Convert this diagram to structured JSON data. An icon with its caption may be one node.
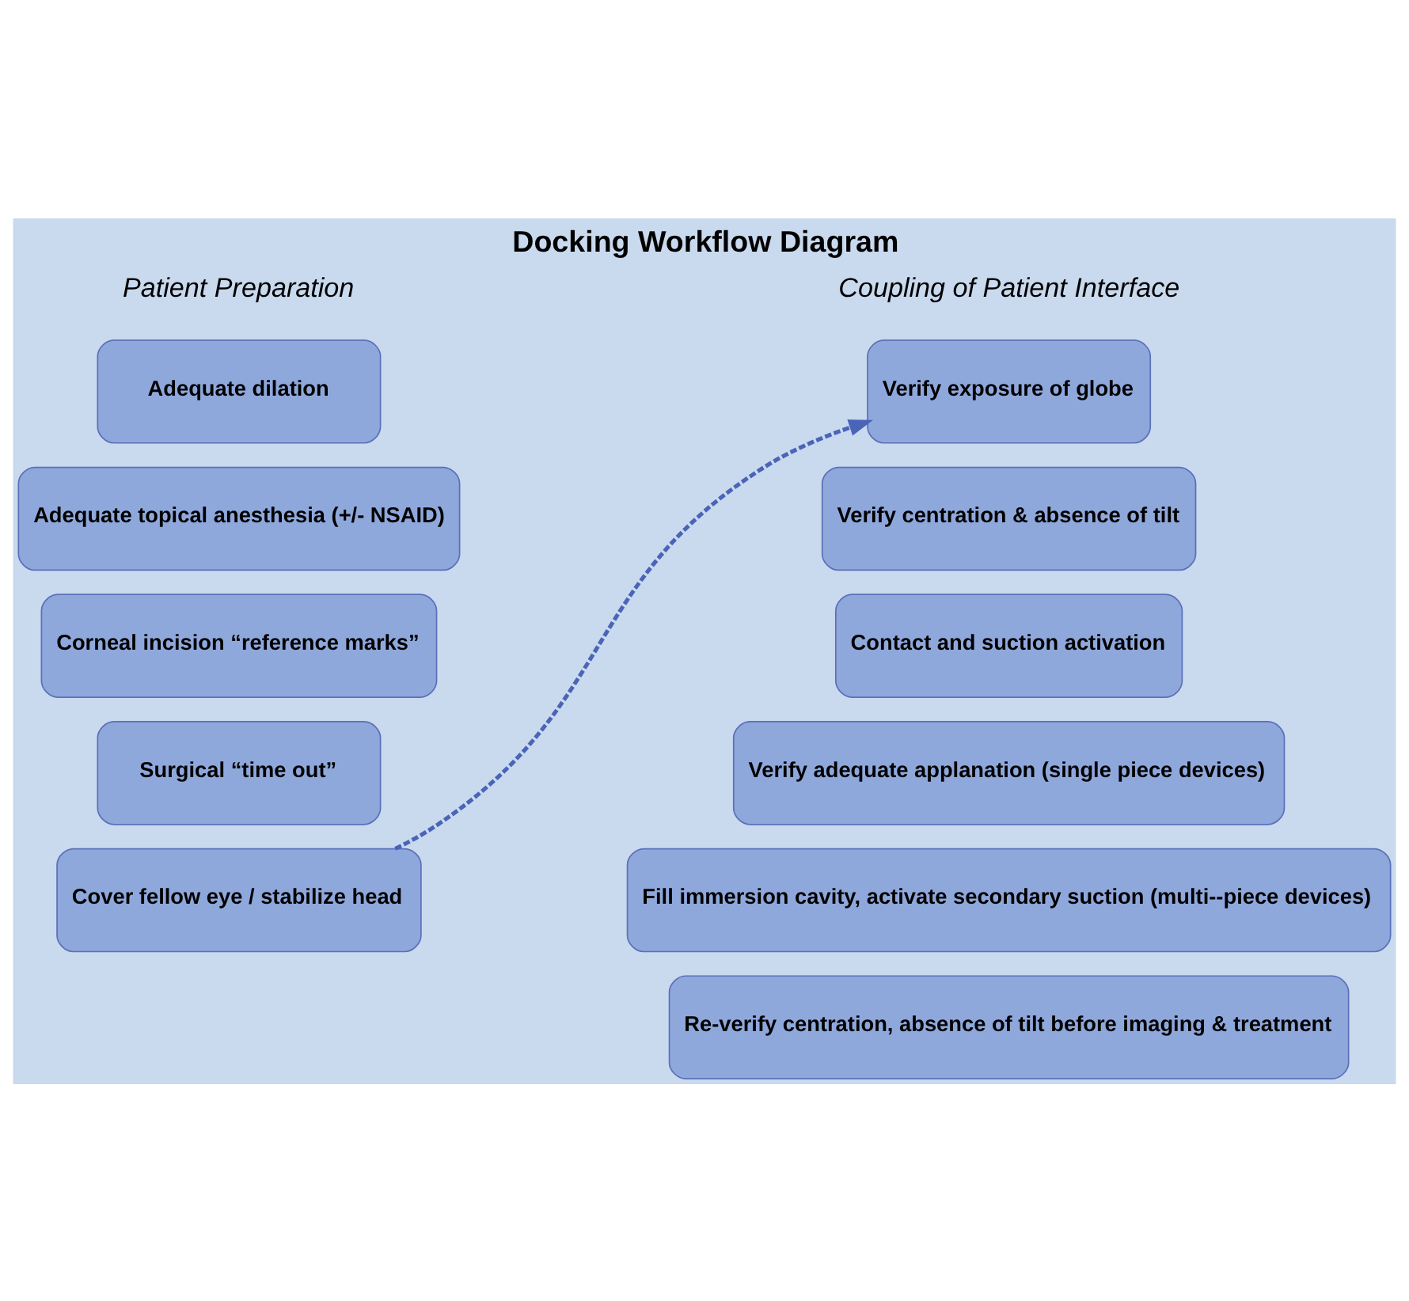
{
  "diagram": {
    "title": "Docking Workflow Diagram",
    "nodes": [
      {
        "text": [
          "Adequate dilation"
        ]
      },
      {
        "text": [
          "Adequate topical anesthesia (+/- NSAID)"
        ]
      },
      {
        "text": [
          "Corneal incision “reference marks”"
        ]
      },
      {
        "text": [
          "Surgical “time out”"
        ]
      },
      {
        "text": [
          "Cover fellow eye / stabilize head"
        ]
      },
      {
        "text": [
          "Verify exposure of globe"
        ]
      },
      {
        "text": [
          "Verify centration & absence of tilt"
        ]
      },
      {
        "text": [
          "Contact and suction activation"
        ]
      },
      {
        "text": [
          "Verify adequate applanation (single piece devices)"
        ]
      },
      {
        "text": [
          "Fill immersion cavity, activate secondary suction (multi--piece devices)"
        ]
      },
      {
        "text": [
          "Re-verify centration, absence of tilt before imaging & treatment"
        ]
      }
    ],
    "edges": [
      {
        "from": 4,
        "to": 5,
        "arrow": "to",
        "style": "dashed"
      }
    ],
    "labels": [
      "Patient Preparation",
      "Coupling of Patient Interface"
    ]
  }
}
